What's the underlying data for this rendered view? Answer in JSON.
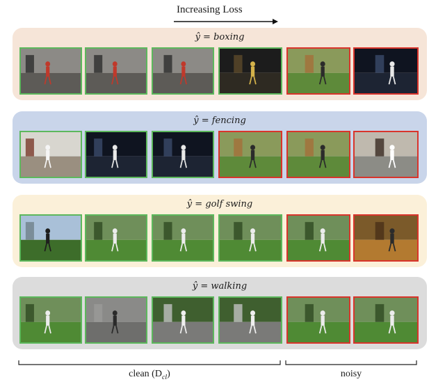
{
  "header": {
    "label": "Increasing Loss"
  },
  "colors": {
    "clean_border": "#5cb85c",
    "noisy_border": "#d9342b"
  },
  "panels": [
    {
      "prediction": "boxing",
      "background": "#f6e5d8",
      "frames": [
        {
          "label": "clean",
          "scene": "indoor-gym"
        },
        {
          "label": "clean",
          "scene": "indoor-gym"
        },
        {
          "label": "clean",
          "scene": "indoor-gym"
        },
        {
          "label": "clean",
          "scene": "dark-room"
        },
        {
          "label": "noisy",
          "scene": "grass-yard"
        },
        {
          "label": "noisy",
          "scene": "dark-arena"
        }
      ]
    },
    {
      "prediction": "fencing",
      "background": "#c9d5ea",
      "frames": [
        {
          "label": "clean",
          "scene": "bright-hall"
        },
        {
          "label": "clean",
          "scene": "dark-arena"
        },
        {
          "label": "clean",
          "scene": "dark-arena"
        },
        {
          "label": "noisy",
          "scene": "grass-yard"
        },
        {
          "label": "noisy",
          "scene": "grass-yard"
        },
        {
          "label": "noisy",
          "scene": "gate"
        }
      ]
    },
    {
      "prediction": "golf swing",
      "background": "#fbf0d9",
      "frames": [
        {
          "label": "clean",
          "scene": "driving-range"
        },
        {
          "label": "clean",
          "scene": "grass-field"
        },
        {
          "label": "clean",
          "scene": "grass-field"
        },
        {
          "label": "clean",
          "scene": "grass-field"
        },
        {
          "label": "noisy",
          "scene": "grass-field"
        },
        {
          "label": "noisy",
          "scene": "autumn"
        }
      ]
    },
    {
      "prediction": "walking",
      "background": "#dcdcdc",
      "frames": [
        {
          "label": "clean",
          "scene": "grass-field"
        },
        {
          "label": "clean",
          "scene": "road"
        },
        {
          "label": "clean",
          "scene": "driveway"
        },
        {
          "label": "clean",
          "scene": "driveway"
        },
        {
          "label": "noisy",
          "scene": "grass-field"
        },
        {
          "label": "noisy",
          "scene": "grass-field"
        }
      ]
    }
  ],
  "footer": {
    "clean_label": "clean (D",
    "clean_subscript": "cl",
    "clean_close": ")",
    "noisy_label": "noisy"
  }
}
